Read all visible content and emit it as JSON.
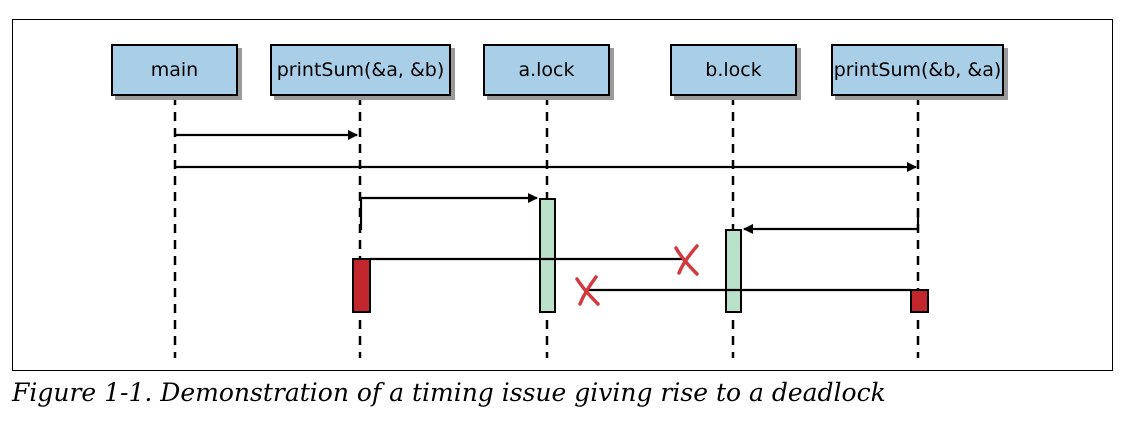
{
  "diagram": {
    "participants": [
      {
        "id": "main",
        "label": "main"
      },
      {
        "id": "printsum-ab",
        "label": "printSum(&a, &b)"
      },
      {
        "id": "a-lock",
        "label": "a.lock"
      },
      {
        "id": "b-lock",
        "label": "b.lock"
      },
      {
        "id": "printsum-ba",
        "label": "printSum(&b, &a)"
      }
    ],
    "colors": {
      "participant_fill": "#a9cfe8",
      "held_lock_bar": "#b9e0c9",
      "blocked_bar": "#c1272d",
      "failure_mark": "#d23a3f"
    }
  },
  "caption": "Figure 1-1. Demonstration of a timing issue giving rise to a deadlock"
}
